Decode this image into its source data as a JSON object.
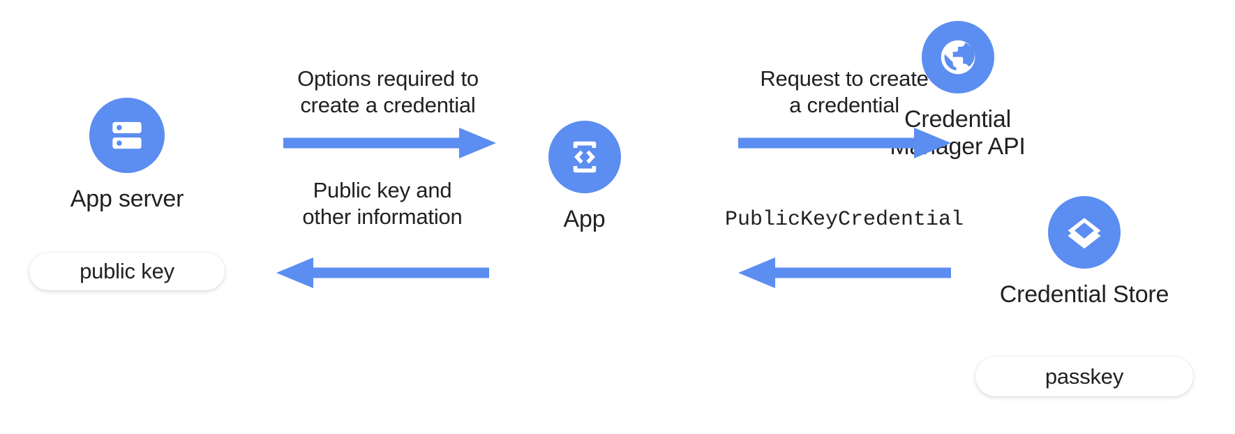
{
  "colors": {
    "accent_blue": "#5c8df0",
    "text": "#202124",
    "background": "#ffffff",
    "pill_background": "#ffffff"
  },
  "nodes": [
    {
      "id": "app-server",
      "label": "App server",
      "icon": "server-icon",
      "pill": "public key"
    },
    {
      "id": "app",
      "label": "App",
      "icon": "app-code-phone-icon"
    },
    {
      "id": "credential-manager-api",
      "label": "Credential\nManager API",
      "icon": "globe-icon"
    },
    {
      "id": "credential-store",
      "label": "Credential Store",
      "icon": "layers-icon",
      "pill": "passkey"
    }
  ],
  "arrows": [
    {
      "id": "options-required",
      "label": "Options required to\ncreate a credential",
      "direction": "right",
      "mono": false
    },
    {
      "id": "public-key-and-other-information",
      "label": "Public key and\nother information",
      "direction": "left",
      "mono": false
    },
    {
      "id": "request-to-create",
      "label": "Request to create\na credential",
      "direction": "right",
      "mono": false
    },
    {
      "id": "public-key-credential",
      "label": "PublicKeyCredential",
      "direction": "left",
      "mono": true
    }
  ]
}
